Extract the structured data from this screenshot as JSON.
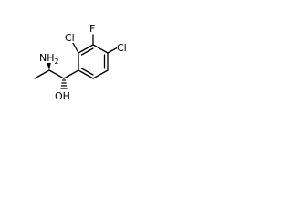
{
  "molecule": {
    "atoms": {
      "amine": "NH",
      "amine_sub": "2",
      "chloro_ortho": "Cl",
      "fluoro": "F",
      "chloro_para": "Cl",
      "hydroxyl": "OH"
    },
    "colors": {
      "bond": "#000000",
      "text": "#000000",
      "background": "#ffffff"
    }
  }
}
